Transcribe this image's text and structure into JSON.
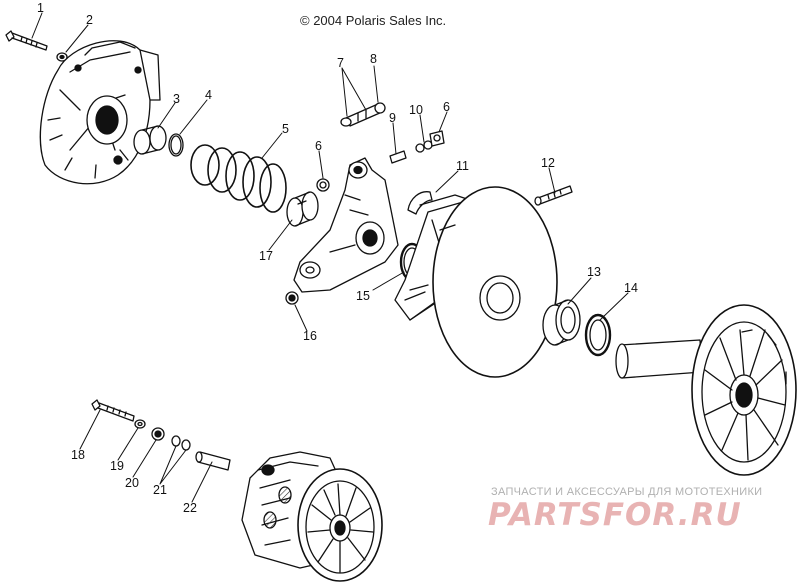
{
  "copyright": "© 2004 Polaris Sales Inc.",
  "callouts": [
    "1",
    "2",
    "3",
    "4",
    "5",
    "6",
    "6",
    "7",
    "8",
    "9",
    "10",
    "11",
    "12",
    "13",
    "14",
    "15",
    "16",
    "17",
    "18",
    "19",
    "20",
    "21",
    "22"
  ],
  "watermark": {
    "tagline": "ЗАПЧАСТИ И АКСЕССУАРЫ ДЛЯ МОТОТЕХНИКИ",
    "logo": "PARTSFOR.RU"
  }
}
